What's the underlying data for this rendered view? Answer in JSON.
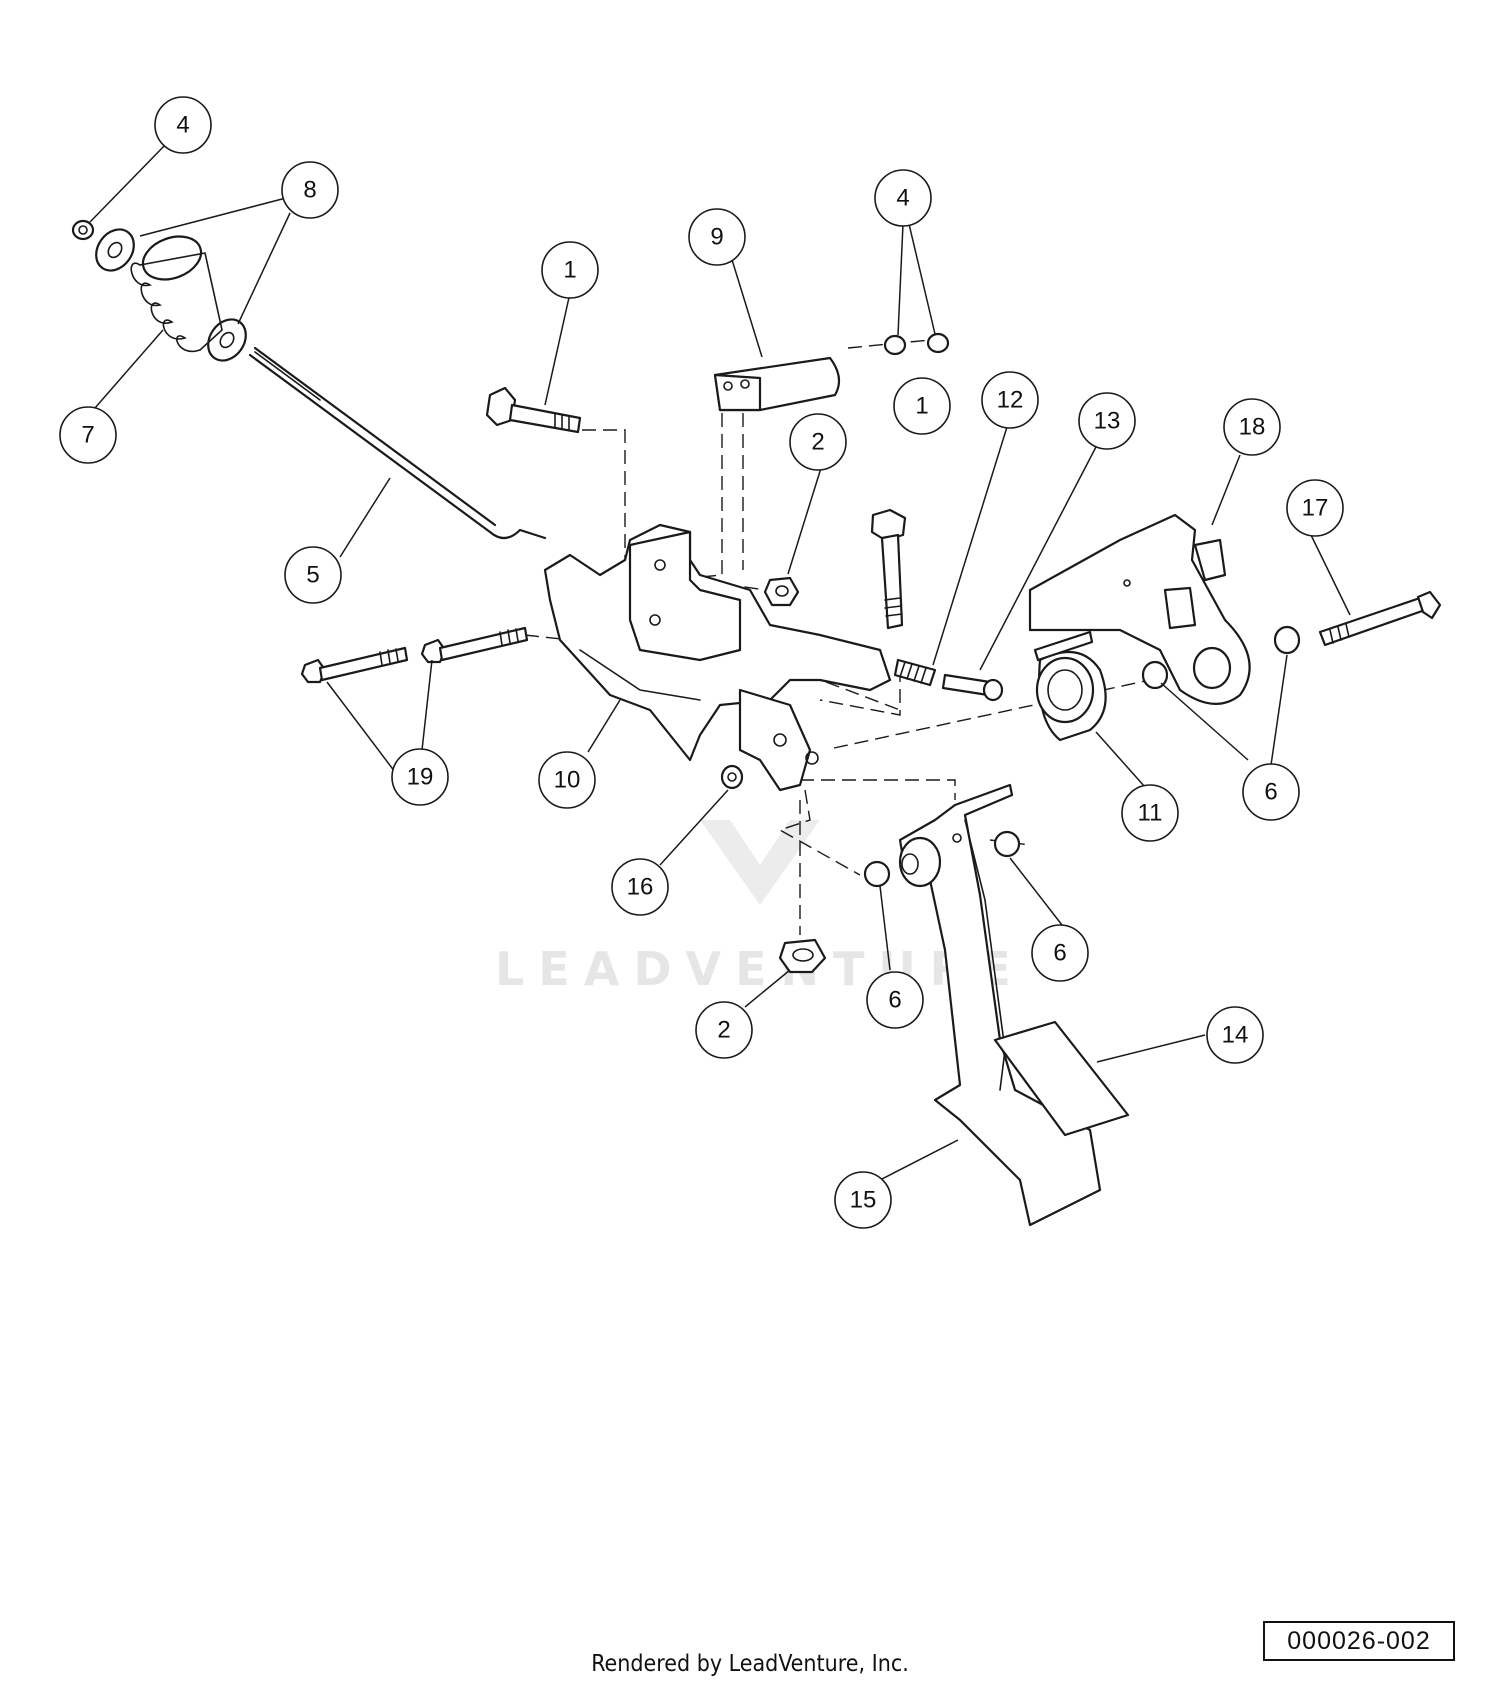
{
  "watermark": {
    "text": "LEADVENTURE"
  },
  "reference_number": "000026-002",
  "footer": "Rendered by LeadVenture, Inc.",
  "callouts": [
    {
      "id": "c-4a",
      "label": "4"
    },
    {
      "id": "c-8",
      "label": "8"
    },
    {
      "id": "c-7",
      "label": "7"
    },
    {
      "id": "c-1a",
      "label": "1"
    },
    {
      "id": "c-9",
      "label": "9"
    },
    {
      "id": "c-4b",
      "label": "4"
    },
    {
      "id": "c-2a",
      "label": "2"
    },
    {
      "id": "c-1b",
      "label": "1"
    },
    {
      "id": "c-12",
      "label": "12"
    },
    {
      "id": "c-13",
      "label": "13"
    },
    {
      "id": "c-18",
      "label": "18"
    },
    {
      "id": "c-17",
      "label": "17"
    },
    {
      "id": "c-5",
      "label": "5"
    },
    {
      "id": "c-19",
      "label": "19"
    },
    {
      "id": "c-10",
      "label": "10"
    },
    {
      "id": "c-11",
      "label": "11"
    },
    {
      "id": "c-6a",
      "label": "6"
    },
    {
      "id": "c-16",
      "label": "16"
    },
    {
      "id": "c-6b",
      "label": "6"
    },
    {
      "id": "c-6c",
      "label": "6"
    },
    {
      "id": "c-2b",
      "label": "2"
    },
    {
      "id": "c-14",
      "label": "14"
    },
    {
      "id": "c-15",
      "label": "15"
    }
  ]
}
